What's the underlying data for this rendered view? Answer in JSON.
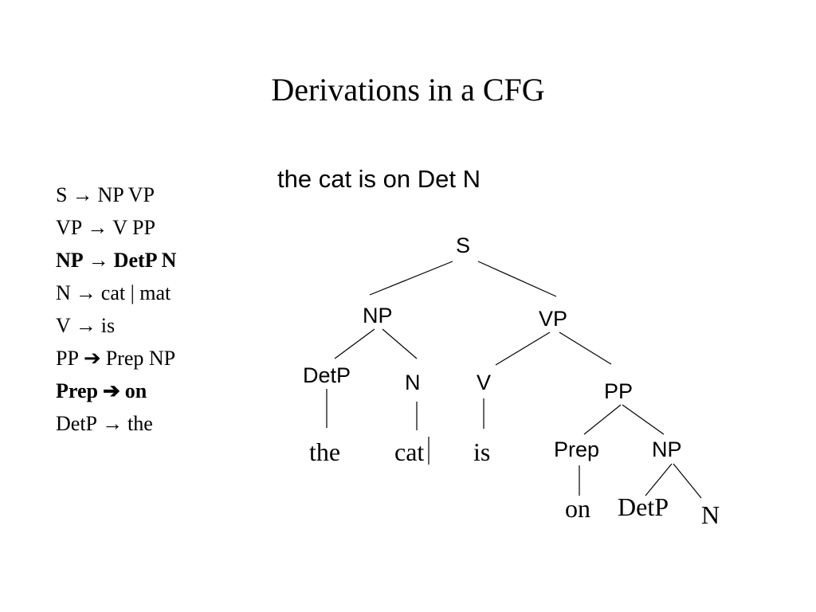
{
  "slide": {
    "title": "Derivations in a CFG",
    "sentence": "the cat is on Det N"
  },
  "grammar": {
    "rules": [
      {
        "lhs": "S",
        "arrow": "→",
        "rhs": "NP VP",
        "bold": false
      },
      {
        "lhs": "VP",
        "arrow": "→",
        "rhs": "V PP",
        "bold": false
      },
      {
        "lhs": "NP",
        "arrow": "→",
        "rhs": "DetP N",
        "bold": true
      },
      {
        "lhs": "N",
        "arrow": "→",
        "rhs": "cat | mat",
        "bold": false
      },
      {
        "lhs": "V",
        "arrow": "→",
        "rhs": "is",
        "bold": false
      },
      {
        "lhs": "PP",
        "arrow": "➔",
        "rhs": "Prep NP",
        "bold": false
      },
      {
        "lhs": "Prep",
        "arrow": "➔",
        "rhs": "on",
        "bold": true
      },
      {
        "lhs": "DetP",
        "arrow": "→",
        "rhs": "the",
        "bold": false
      }
    ]
  },
  "tree": {
    "nodes": {
      "s": "S",
      "np1": "NP",
      "vp": "VP",
      "detp1": "DetP",
      "n1": "N",
      "v": "V",
      "pp": "PP",
      "prep": "Prep",
      "np2": "NP",
      "n2": "N"
    },
    "words": {
      "the": "the",
      "cat": "cat",
      "is": "is",
      "on": "on",
      "detp2": "DetP"
    }
  }
}
